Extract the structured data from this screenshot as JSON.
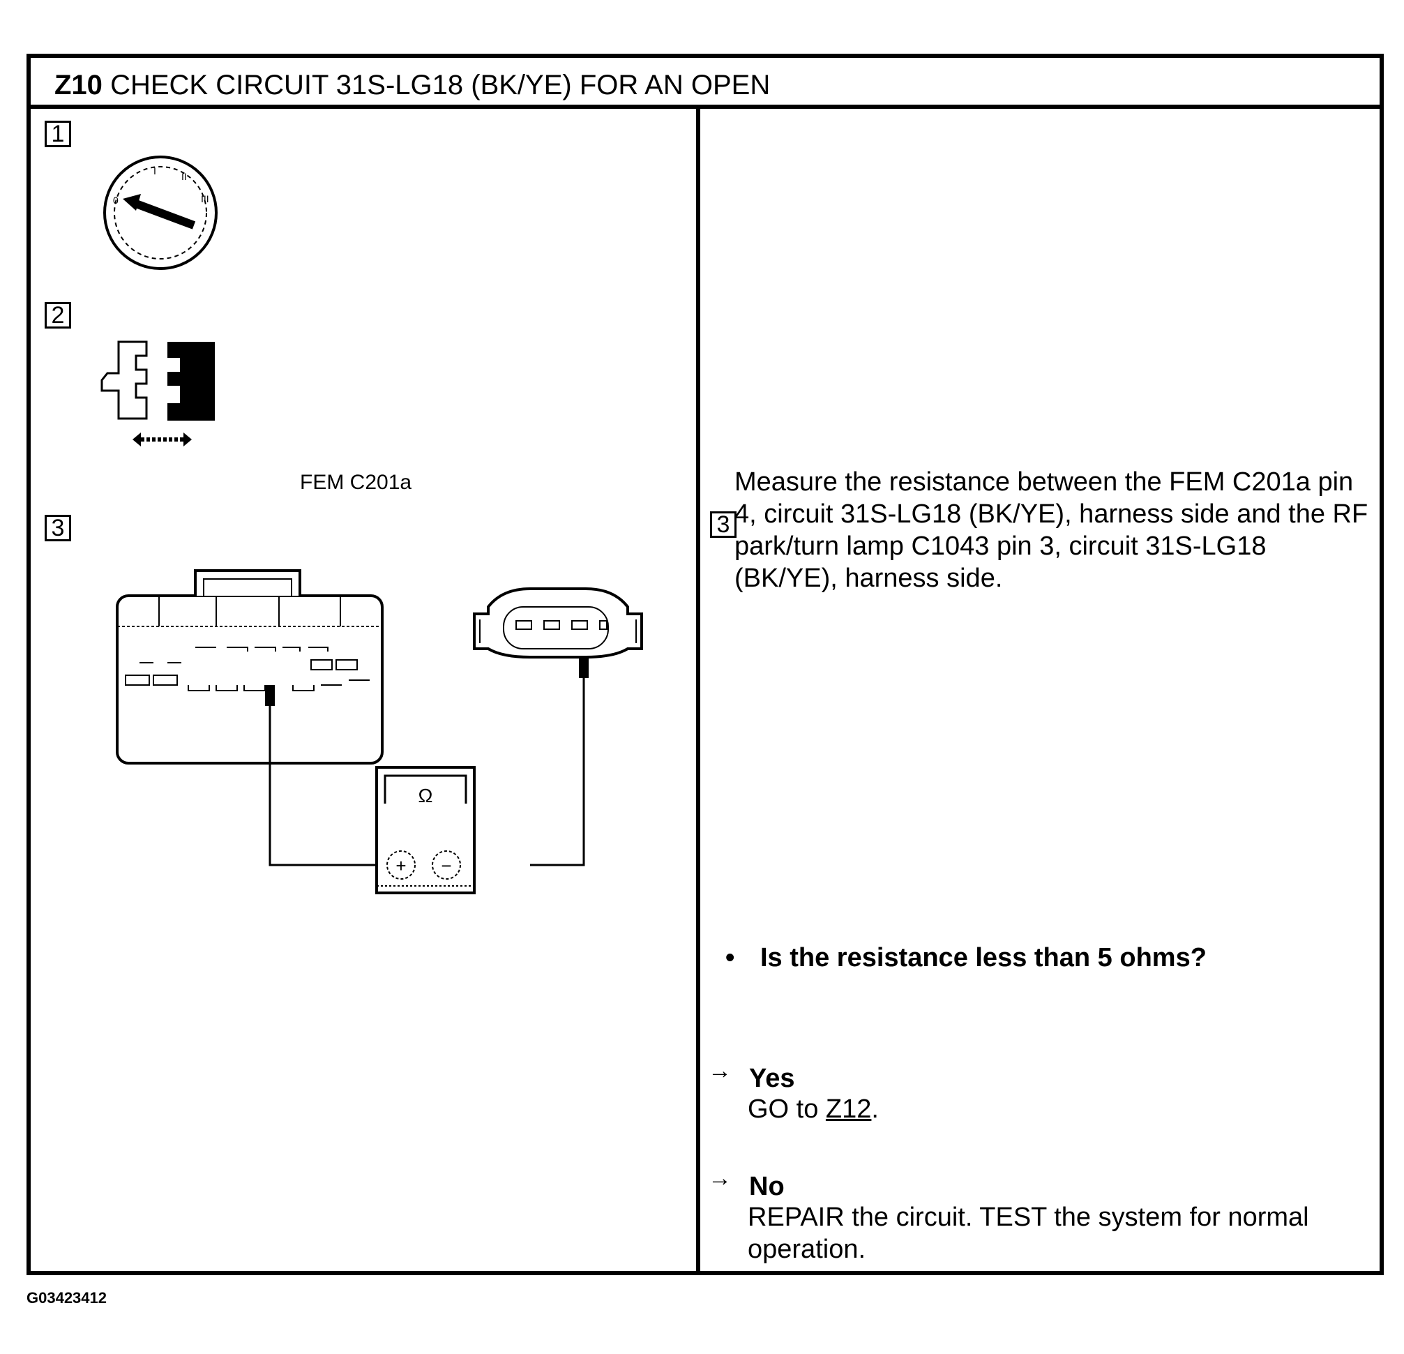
{
  "header": {
    "step_id": "Z10",
    "title": "CHECK CIRCUIT 31S-LG18 (BK/YE) FOR AN OPEN"
  },
  "left_panel": {
    "steps": [
      "1",
      "2",
      "3"
    ],
    "connector_label": "FEM C201a",
    "meter_symbol": "Ω",
    "meter_plus": "+",
    "meter_minus": "−"
  },
  "right_panel": {
    "step_number": "3",
    "instruction": "Measure the resistance between the FEM C201a pin 4, circuit 31S-LG18 (BK/YE), harness side and the RF park/turn lamp C1043 pin 3, circuit 31S-LG18 (BK/YE), harness side.",
    "question": "Is the resistance less than 5 ohms?",
    "answers": [
      {
        "title": "Yes",
        "action_prefix": "GO to ",
        "action_link": "Z12",
        "action_suffix": "."
      },
      {
        "title": "No",
        "action": "REPAIR the circuit. TEST the system for normal operation."
      }
    ]
  },
  "footer": {
    "figure_id": "G03423412"
  }
}
